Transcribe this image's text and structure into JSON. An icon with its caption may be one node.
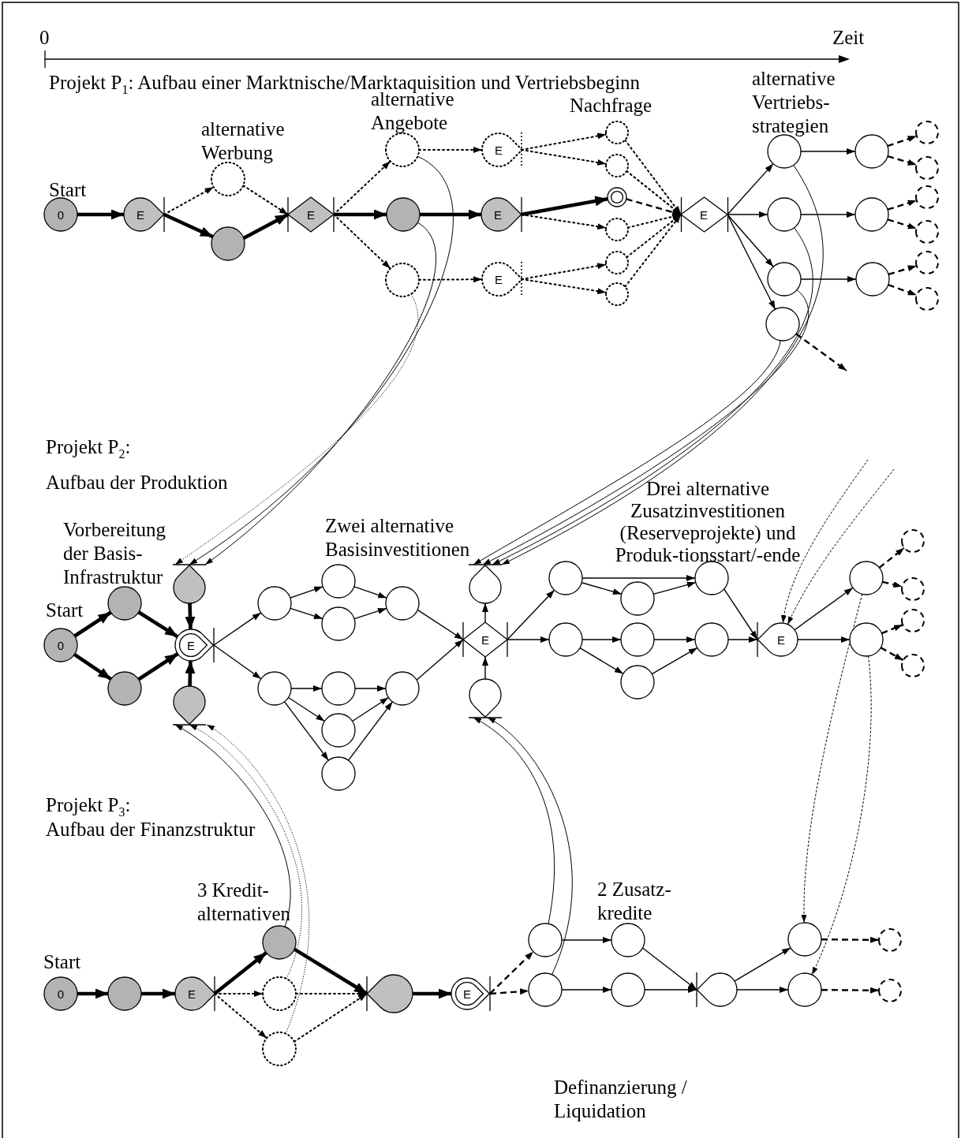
{
  "diagram": {
    "nodes": [
      {
        "text": [
          "0"
        ],
        "beside": [
          "Start"
        ]
      },
      {
        "text": [
          "E"
        ]
      },
      {
        "text": [],
        "shape": "circle"
      },
      {
        "text": [],
        "shape": "circle"
      },
      {
        "text": [
          "E"
        ]
      },
      {
        "text": [],
        "shape": "circle"
      },
      {
        "text": [],
        "shape": "circle"
      },
      {
        "text": [],
        "shape": "circle"
      },
      {
        "text": [
          "E"
        ]
      },
      {
        "text": [
          "E"
        ]
      },
      {
        "text": [
          "E"
        ]
      },
      {
        "text": [],
        "shape": "circle"
      },
      {
        "text": [],
        "shape": "circle"
      },
      {
        "text": [],
        "shape": "circle"
      },
      {
        "text": [],
        "shape": "circle"
      },
      {
        "text": [],
        "shape": "circle"
      },
      {
        "text": [],
        "shape": "circle"
      },
      {
        "text": [
          "E"
        ]
      },
      {
        "text": [],
        "shape": "circle"
      },
      {
        "text": [],
        "shape": "circle"
      },
      {
        "text": [],
        "shape": "circle"
      },
      {
        "text": [],
        "shape": "circle"
      },
      {
        "text": [],
        "shape": "circle"
      },
      {
        "text": [],
        "shape": "circle"
      },
      {
        "text": [],
        "shape": "circle"
      },
      {
        "text": [],
        "shape": "circle"
      },
      {
        "text": [],
        "shape": "circle"
      },
      {
        "text": [],
        "shape": "circle"
      },
      {
        "text": [],
        "shape": "circle"
      },
      {
        "text": [],
        "shape": "circle"
      },
      {
        "text": [],
        "shape": "circle"
      },
      {
        "text": [
          "0"
        ],
        "beside": [
          "Start"
        ]
      },
      {
        "text": [],
        "shape": "circle"
      },
      {
        "text": [],
        "shape": "circle"
      },
      {
        "text": [],
        "shape": "drop"
      },
      {
        "text": [
          "E"
        ]
      },
      {
        "text": [],
        "shape": "drop"
      },
      {
        "text": [],
        "shape": "circle"
      },
      {
        "text": [],
        "shape": "circle"
      },
      {
        "text": [],
        "shape": "circle"
      },
      {
        "text": [],
        "shape": "circle"
      },
      {
        "text": [],
        "shape": "circle"
      },
      {
        "text": [],
        "shape": "circle"
      },
      {
        "text": [],
        "shape": "circle"
      },
      {
        "text": [],
        "shape": "circle"
      },
      {
        "text": [],
        "shape": "circle"
      },
      {
        "text": [],
        "shape": "drop"
      },
      {
        "text": [
          "E"
        ]
      },
      {
        "text": [],
        "shape": "drop"
      },
      {
        "text": [],
        "shape": "circle"
      },
      {
        "text": [],
        "shape": "circle"
      },
      {
        "text": [],
        "shape": "circle"
      },
      {
        "text": [],
        "shape": "circle"
      },
      {
        "text": [],
        "shape": "circle"
      },
      {
        "text": [],
        "shape": "circle"
      },
      {
        "text": [],
        "shape": "circle"
      },
      {
        "text": [
          "E"
        ]
      },
      {
        "text": [],
        "shape": "circle"
      },
      {
        "text": [],
        "shape": "circle"
      },
      {
        "text": [],
        "shape": "circle"
      },
      {
        "text": [],
        "shape": "circle"
      },
      {
        "text": [],
        "shape": "circle"
      },
      {
        "text": [],
        "shape": "circle"
      },
      {
        "text": [
          "0"
        ],
        "beside": [
          "Start"
        ]
      },
      {
        "text": [],
        "shape": "circle"
      },
      {
        "text": [
          "E"
        ]
      },
      {
        "text": [],
        "shape": "circle"
      },
      {
        "text": [],
        "shape": "circle"
      },
      {
        "text": [],
        "shape": "circle"
      },
      {
        "text": [],
        "shape": "drop"
      },
      {
        "text": [
          "E"
        ]
      },
      {
        "text": [],
        "shape": "circle"
      },
      {
        "text": [],
        "shape": "circle"
      },
      {
        "text": [],
        "shape": "circle"
      },
      {
        "text": [],
        "shape": "circle"
      },
      {
        "text": [],
        "shape": "drop"
      },
      {
        "text": [],
        "shape": "circle"
      },
      {
        "text": [],
        "shape": "circle"
      },
      {
        "text": [],
        "shape": "circle"
      },
      {
        "text": [],
        "shape": "circle"
      }
    ],
    "edges": [
      {
        "from": 0,
        "to": 1,
        "arrow": "to",
        "style": "thick"
      },
      {
        "from": 1,
        "to": 2,
        "arrow": "to",
        "style": "dashed"
      },
      {
        "from": 1,
        "to": 3,
        "arrow": "to",
        "style": "thick"
      },
      {
        "from": 2,
        "to": 4,
        "arrow": "to",
        "style": "dashed"
      },
      {
        "from": 3,
        "to": 4,
        "arrow": "to",
        "style": "thick"
      },
      {
        "from": 4,
        "to": 5,
        "arrow": "to",
        "style": "dashed"
      },
      {
        "from": 4,
        "to": 6,
        "arrow": "to",
        "style": "thick"
      },
      {
        "from": 4,
        "to": 7,
        "arrow": "to",
        "style": "dashed"
      },
      {
        "from": 5,
        "to": 8,
        "arrow": "to",
        "style": "dashed"
      },
      {
        "from": 6,
        "to": 9,
        "arrow": "to",
        "style": "thick"
      },
      {
        "from": 7,
        "to": 10,
        "arrow": "to",
        "style": "dashed"
      },
      {
        "from": 8,
        "to": 11,
        "arrow": "to",
        "style": "dashed"
      },
      {
        "from": 8,
        "to": 12,
        "arrow": "to",
        "style": "dashed"
      },
      {
        "from": 9,
        "to": 13,
        "arrow": "to",
        "style": "thick"
      },
      {
        "from": 9,
        "to": 14,
        "arrow": "to",
        "style": "dashed"
      },
      {
        "from": 10,
        "to": 15,
        "arrow": "to",
        "style": "dashed"
      },
      {
        "from": 10,
        "to": 16,
        "arrow": "to",
        "style": "dashed"
      },
      {
        "from": 11,
        "to": 17,
        "arrow": "to",
        "style": "dashed"
      },
      {
        "from": 12,
        "to": 17,
        "arrow": "to",
        "style": "dashed"
      },
      {
        "from": 13,
        "to": 17,
        "arrow": "to",
        "style": "dashed"
      },
      {
        "from": 14,
        "to": 17,
        "arrow": "to",
        "style": "dashed"
      },
      {
        "from": 15,
        "to": 17,
        "arrow": "to",
        "style": "dashed"
      },
      {
        "from": 16,
        "to": 17,
        "arrow": "to",
        "style": "dashed"
      },
      {
        "from": 17,
        "to": 18,
        "arrow": "to"
      },
      {
        "from": 17,
        "to": 19,
        "arrow": "to"
      },
      {
        "from": 17,
        "to": 20,
        "arrow": "to"
      },
      {
        "from": 17,
        "to": 21,
        "arrow": "to"
      },
      {
        "from": 18,
        "to": 22,
        "arrow": "to"
      },
      {
        "from": 19,
        "to": 23,
        "arrow": "to"
      },
      {
        "from": 20,
        "to": 24,
        "arrow": "to"
      },
      {
        "from": 22,
        "to": 25,
        "arrow": "to",
        "style": "dashed"
      },
      {
        "from": 22,
        "to": 26,
        "arrow": "to",
        "style": "dashed"
      },
      {
        "from": 23,
        "to": 27,
        "arrow": "to",
        "style": "dashed"
      },
      {
        "from": 23,
        "to": 28,
        "arrow": "to",
        "style": "dashed"
      },
      {
        "from": 24,
        "to": 29,
        "arrow": "to",
        "style": "dashed"
      },
      {
        "from": 24,
        "to": 30,
        "arrow": "to",
        "style": "dashed"
      },
      {
        "from": 21,
        "to": null,
        "arrow": "to",
        "style": "dashed"
      },
      {
        "from": 7,
        "to": 34,
        "arrow": "to",
        "style": "dashed"
      },
      {
        "from": 5,
        "to": 34,
        "arrow": "to"
      },
      {
        "from": 6,
        "to": 34,
        "arrow": "to"
      },
      {
        "from": 18,
        "to": 46,
        "arrow": "to"
      },
      {
        "from": 19,
        "to": 46,
        "arrow": "to"
      },
      {
        "from": 20,
        "to": 46,
        "arrow": "to"
      },
      {
        "from": 21,
        "to": 46,
        "arrow": "to"
      },
      {
        "from": 31,
        "to": 32,
        "arrow": "to",
        "style": "thick"
      },
      {
        "from": 31,
        "to": 33,
        "arrow": "to",
        "style": "thick"
      },
      {
        "from": 32,
        "to": 35,
        "arrow": "to",
        "style": "thick"
      },
      {
        "from": 33,
        "to": 35,
        "arrow": "to",
        "style": "thick"
      },
      {
        "from": 34,
        "to": 35,
        "arrow": "to",
        "style": "thick"
      },
      {
        "from": 36,
        "to": 35,
        "arrow": "to",
        "style": "thick"
      },
      {
        "from": 35,
        "to": 37,
        "arrow": "to"
      },
      {
        "from": 35,
        "to": 38,
        "arrow": "to"
      },
      {
        "from": 37,
        "to": 39,
        "arrow": "to"
      },
      {
        "from": 37,
        "to": 40,
        "arrow": "to"
      },
      {
        "from": 39,
        "to": 41,
        "arrow": "to"
      },
      {
        "from": 40,
        "to": 41,
        "arrow": "to"
      },
      {
        "from": 38,
        "to": 42,
        "arrow": "to"
      },
      {
        "from": 38,
        "to": 43,
        "arrow": "to"
      },
      {
        "from": 38,
        "to": 44,
        "arrow": "to"
      },
      {
        "from": 42,
        "to": 45,
        "arrow": "to"
      },
      {
        "from": 43,
        "to": 45,
        "arrow": "to"
      },
      {
        "from": 44,
        "to": 45,
        "arrow": "to"
      },
      {
        "from": 41,
        "to": 47,
        "arrow": "to"
      },
      {
        "from": 45,
        "to": 47,
        "arrow": "to"
      },
      {
        "from": 47,
        "to": 46,
        "arrow": "to"
      },
      {
        "from": 48,
        "to": 47,
        "arrow": "to"
      },
      {
        "from": 47,
        "to": 49,
        "arrow": "to"
      },
      {
        "from": 47,
        "to": 52,
        "arrow": "to"
      },
      {
        "from": 49,
        "to": 50,
        "arrow": "to"
      },
      {
        "from": 49,
        "to": 51,
        "arrow": "to"
      },
      {
        "from": 50,
        "to": 51,
        "arrow": "to"
      },
      {
        "from": 52,
        "to": 53,
        "arrow": "to"
      },
      {
        "from": 52,
        "to": 55,
        "arrow": "to"
      },
      {
        "from": 53,
        "to": 54,
        "arrow": "to"
      },
      {
        "from": 55,
        "to": 54,
        "arrow": "to"
      },
      {
        "from": 51,
        "to": 56,
        "arrow": "to"
      },
      {
        "from": 54,
        "to": 56,
        "arrow": "to"
      },
      {
        "from": null,
        "to": 56,
        "arrow": "to",
        "style": "dashed"
      },
      {
        "from": null,
        "to": 56,
        "arrow": "to",
        "style": "dashed"
      },
      {
        "from": 56,
        "to": 57,
        "arrow": "to"
      },
      {
        "from": 56,
        "to": 58,
        "arrow": "to"
      },
      {
        "from": 57,
        "to": 59,
        "arrow": "to",
        "style": "dashed"
      },
      {
        "from": 57,
        "to": 60,
        "arrow": "to",
        "style": "dashed"
      },
      {
        "from": 58,
        "to": 61,
        "arrow": "to",
        "style": "dashed"
      },
      {
        "from": 58,
        "to": 62,
        "arrow": "to",
        "style": "dashed"
      },
      {
        "from": 57,
        "to": 76,
        "arrow": "to",
        "style": "dashed"
      },
      {
        "from": 58,
        "to": 77,
        "arrow": "to",
        "style": "dashed"
      },
      {
        "from": 63,
        "to": 64,
        "arrow": "to",
        "style": "thick"
      },
      {
        "from": 64,
        "to": 65,
        "arrow": "to",
        "style": "thick"
      },
      {
        "from": 65,
        "to": 66,
        "arrow": "to",
        "style": "thick"
      },
      {
        "from": 65,
        "to": 67,
        "arrow": "to",
        "style": "dashed"
      },
      {
        "from": 65,
        "to": 68,
        "arrow": "to",
        "style": "dashed"
      },
      {
        "from": 66,
        "to": 69,
        "arrow": "to",
        "style": "thick"
      },
      {
        "from": 67,
        "to": 69,
        "arrow": "to",
        "style": "dashed"
      },
      {
        "from": 68,
        "to": 69,
        "arrow": "to",
        "style": "dashed"
      },
      {
        "from": 69,
        "to": 70,
        "arrow": "to",
        "style": "thick"
      },
      {
        "from": 70,
        "to": 71,
        "arrow": "to",
        "style": "dashed"
      },
      {
        "from": 70,
        "to": 72,
        "arrow": "to",
        "style": "dashed"
      },
      {
        "from": 71,
        "to": 73,
        "arrow": "to"
      },
      {
        "from": 72,
        "to": 74,
        "arrow": "to"
      },
      {
        "from": 73,
        "to": 75,
        "arrow": "to"
      },
      {
        "from": 74,
        "to": 75,
        "arrow": "to"
      },
      {
        "from": 75,
        "to": 76,
        "arrow": "to"
      },
      {
        "from": 75,
        "to": 77,
        "arrow": "to"
      },
      {
        "from": 76,
        "to": 78,
        "arrow": "to",
        "style": "dashed"
      },
      {
        "from": 77,
        "to": 79,
        "arrow": "to",
        "style": "dashed"
      },
      {
        "from": 66,
        "to": 36,
        "arrow": "to"
      },
      {
        "from": 67,
        "to": 36,
        "arrow": "to",
        "style": "dashed"
      },
      {
        "from": 68,
        "to": 36,
        "arrow": "to",
        "style": "dashed"
      },
      {
        "from": 71,
        "to": 48,
        "arrow": "to"
      },
      {
        "from": 72,
        "to": 48,
        "arrow": "to"
      }
    ],
    "labels": [
      "0",
      "Zeit",
      "Projekt P$_{1}$: Aufbau einer Marktnische/Marktaquisition und Vertriebsbeginn",
      "alternative Vertriebs- strategien",
      "alternative Angebote",
      "Nachfrage",
      "alternative Werbung",
      "Projekt P$_{2}$:",
      "Aufbau der Produktion",
      "Drei alternative Zusatzinvestitionen (Reserveprojekte) und Produk-tionsstart/-ende",
      "Zwei alternative Basisinvestitionen",
      "Vorbereitung der Basis- Infrastruktur",
      "Projekt P$_{3}$:",
      "Aufbau der Finanzstruktur",
      "3 Kredit- alternativen",
      "2 Zusatz- kredite",
      "Definanzierung / Liquidation"
    ]
  }
}
